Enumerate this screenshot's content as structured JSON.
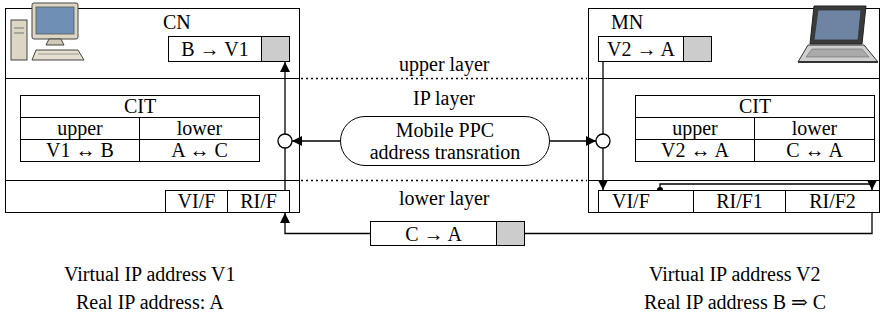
{
  "diagram": {
    "nodes": [
      {
        "text": [
          "CN"
        ]
      },
      {
        "text": [
          "B → V1"
        ],
        "in": 0
      },
      {
        "text": [
          "CIT",
          "upper",
          "lower",
          "V1 ↔ B",
          "A ↔ C"
        ],
        "in": 0
      },
      {
        "text": [
          "VI/F"
        ],
        "in": 0
      },
      {
        "text": [
          "RI/F"
        ],
        "in": 0
      },
      {
        "text": [
          "Mobile PPC address transration"
        ]
      },
      {
        "text": [
          "C → A"
        ]
      },
      {
        "text": [
          "MN"
        ]
      },
      {
        "text": [
          "V2 → A"
        ],
        "in": 7
      },
      {
        "text": [
          "CIT",
          "upper",
          "lower",
          "V2 ↔ A",
          "C ↔ A"
        ],
        "in": 7
      },
      {
        "text": [
          "VI/F"
        ],
        "in": 7
      },
      {
        "text": [
          "RI/F1"
        ],
        "in": 7
      },
      {
        "text": [
          "RI/F2"
        ],
        "in": 7
      }
    ],
    "edges": [
      {
        "from": 4,
        "to": 1,
        "arrow": "to"
      },
      {
        "from": 6,
        "to": 4,
        "arrow": "to"
      },
      {
        "from": 12,
        "to": 6,
        "arrow": "none"
      },
      {
        "from": 10,
        "to": 12,
        "arrow": "to"
      },
      {
        "from": 8,
        "to": 10,
        "arrow": "to"
      }
    ],
    "labels": [
      "upper layer",
      "IP layer",
      "lower layer",
      "Virtual IP address V1",
      "Real IP address: A",
      "Virtual IP address V2",
      "Real IP address B ⇒ C"
    ]
  }
}
